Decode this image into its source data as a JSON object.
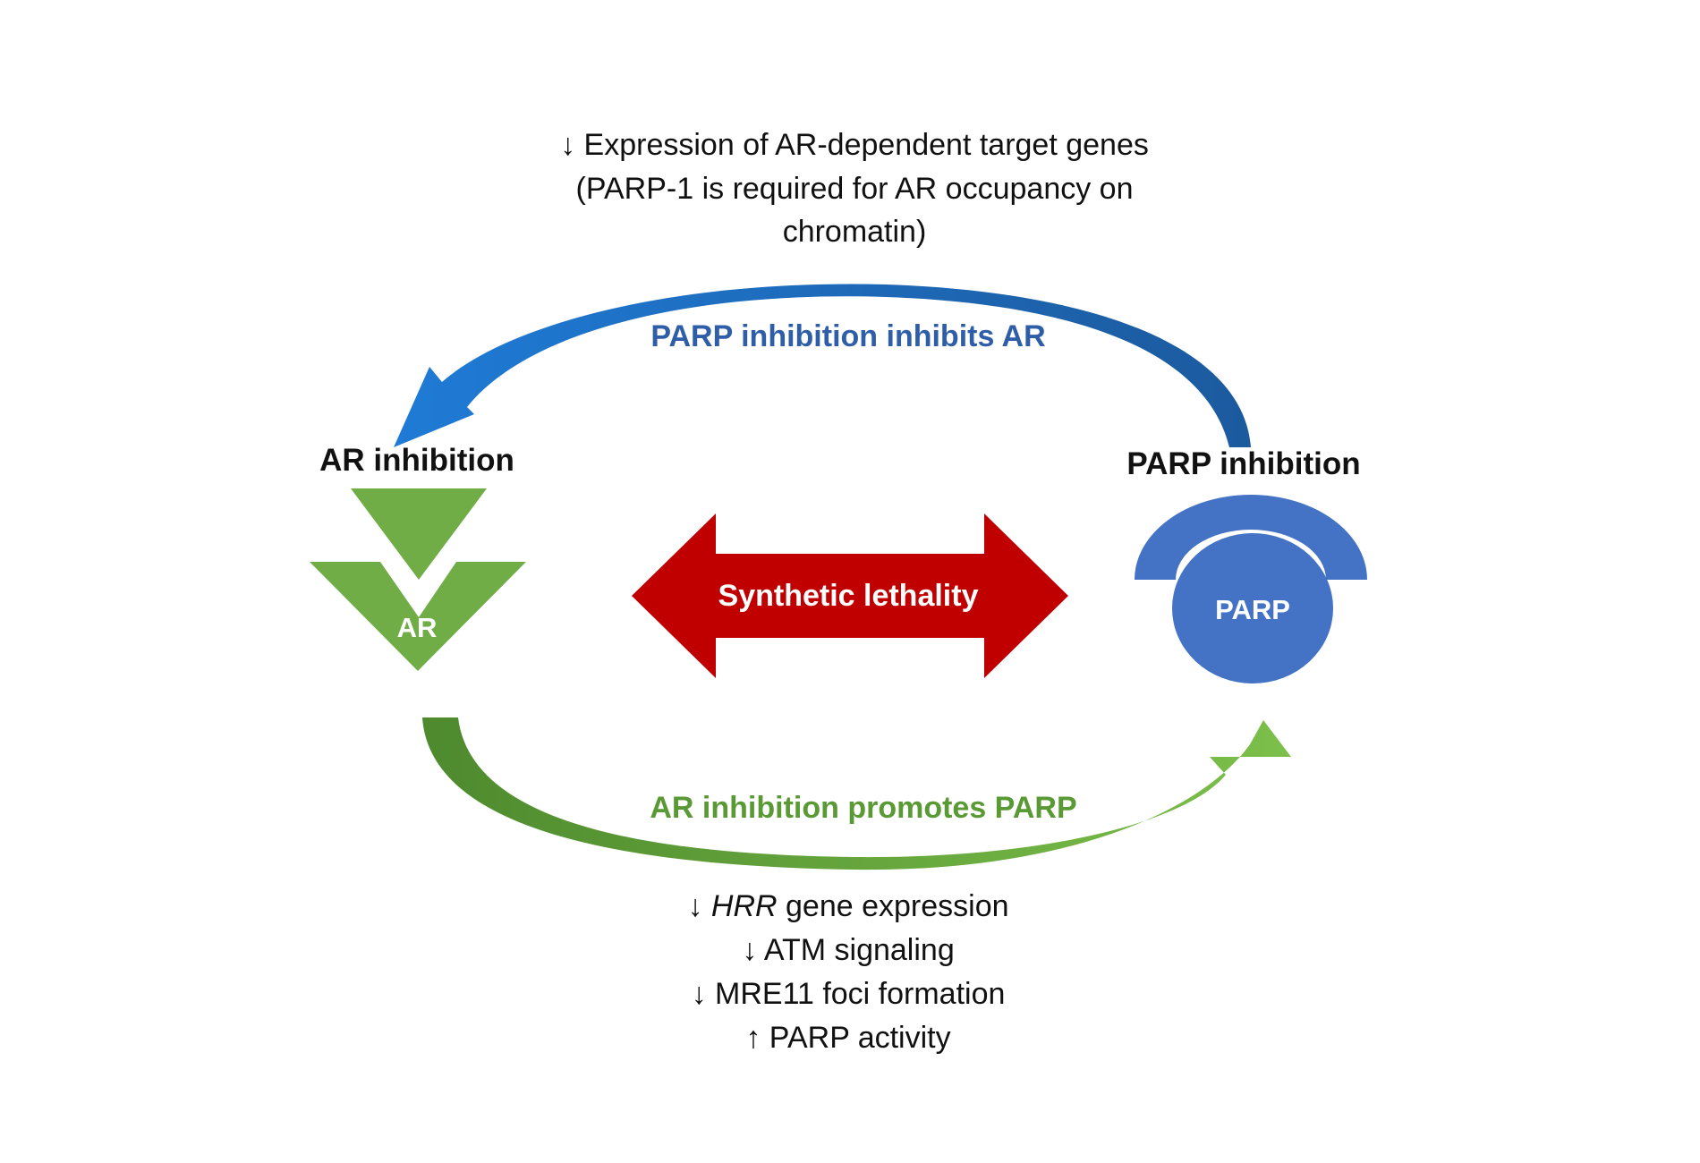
{
  "top_note": {
    "line1": "↓ Expression of AR-dependent target genes",
    "line2": "(PARP-1 is required for AR occupancy on",
    "line3": "chromatin)"
  },
  "top_arrow": {
    "label": "PARP inhibition inhibits AR",
    "color_start": "#1f7bd6",
    "color_end": "#1c5a9e"
  },
  "left_node": {
    "title": "AR inhibition",
    "shape_label": "AR",
    "color": "#70ad47"
  },
  "right_node": {
    "title": "PARP inhibition",
    "shape_label": "PARP",
    "color": "#4472c4"
  },
  "center_arrow": {
    "label": "Synthetic lethality",
    "color": "#c00000"
  },
  "bottom_arrow": {
    "label": "AR inhibition promotes PARP",
    "color_start": "#4e8a2e",
    "color_end": "#7cc04a"
  },
  "bottom_notes": {
    "line1_arrow": "↓ ",
    "line1_italic": "HRR",
    "line1_rest": " gene expression",
    "line2": "↓ ATM signaling",
    "line3": "↓ MRE11 foci formation",
    "line4": "↑ PARP activity"
  }
}
